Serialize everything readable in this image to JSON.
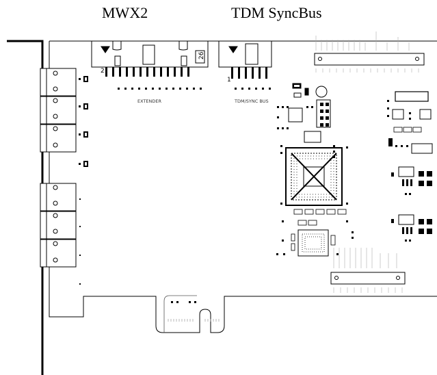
{
  "labels": {
    "mwx2": "MWX2",
    "tdm_syncbus": "TDM SyncBus"
  },
  "silkscreen": {
    "extender": "EXTENDER",
    "tdm_sync_bus": "TDM/SYNC BUS",
    "header_26": "26",
    "pin_2": "2",
    "pin_1": "1"
  }
}
